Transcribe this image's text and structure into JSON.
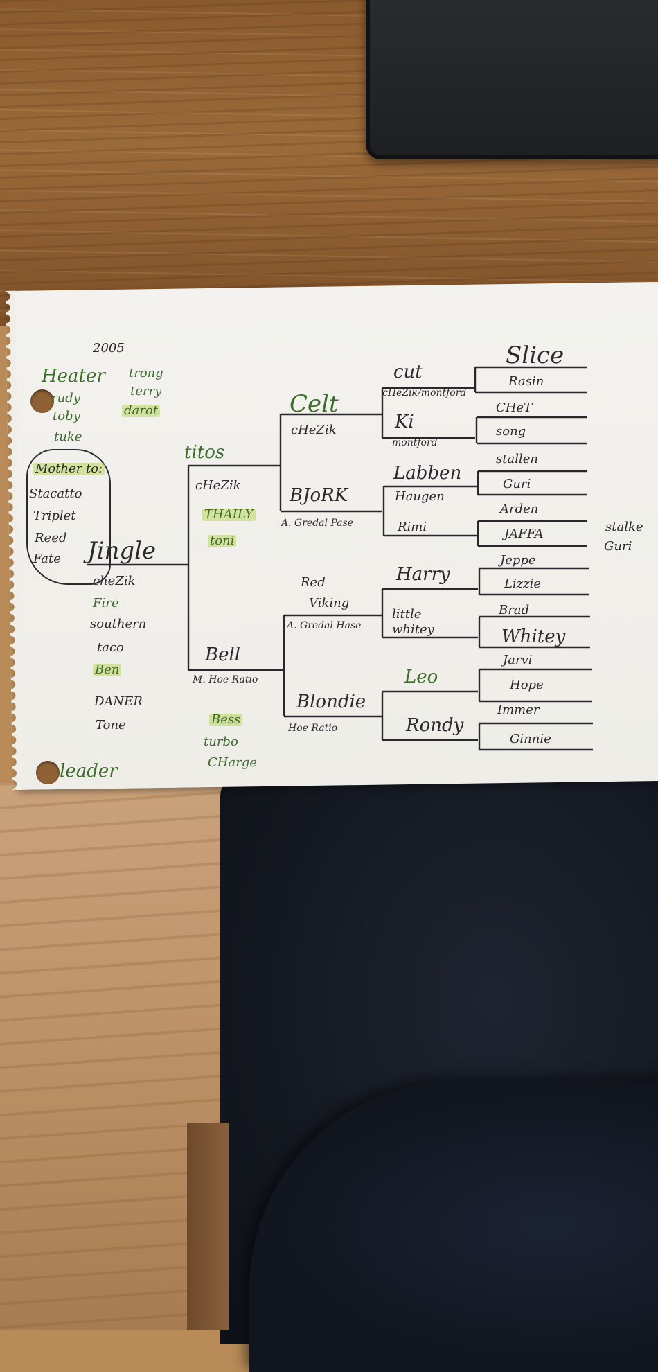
{
  "pedigree": {
    "year": "2005",
    "siblings_left": [
      "Heater",
      "rudy",
      "toby",
      "tuke"
    ],
    "siblings_right": [
      "trong",
      "terry",
      "darot"
    ],
    "mother_to": {
      "title": "Mother to:",
      "items": [
        "Stacatto",
        "Triplet",
        "Reed",
        "Fate"
      ]
    },
    "subject": {
      "name": "Jingle",
      "notes": [
        "cheZik",
        "Fire",
        "southern",
        "taco",
        "Ben",
        "DANER",
        "Tone"
      ]
    },
    "bottom_left": "leader",
    "sire": {
      "name": "titos",
      "sub": "cHeZik",
      "extra": [
        "THAILY",
        "toni"
      ],
      "sire": {
        "name": "Celt",
        "sub": "cHeZik",
        "sire": {
          "name": "cut",
          "sub": "cHeZik/montford",
          "sire": "Slice",
          "dam": "Rasin"
        },
        "dam": {
          "name": "Ki",
          "sub": "montford",
          "sire": "CHeT",
          "dam": "song"
        }
      },
      "dam": {
        "name": "BJoRK",
        "sub": "A. Gredal Pase",
        "sire": {
          "name": "Labben",
          "sub": "Haugen",
          "sire": "stallen",
          "dam": "Guri"
        },
        "dam": {
          "name": "Rimi",
          "sire": "Arden",
          "dam": "JAFFA"
        }
      }
    },
    "dam": {
      "name": "Bell",
      "sub": "M. Hoe Ratio",
      "extra": [
        "Bess",
        "turbo",
        "CHarge"
      ],
      "sire": {
        "name": "Red",
        "name2": "Viking",
        "sub": "A. Gredal Hase",
        "sire": {
          "name": "Harry",
          "sire": "Jeppe",
          "dam": "Lizzie"
        },
        "dam": {
          "name": "little",
          "name2": "whitey",
          "sire": "Brad",
          "dam": "Whitey"
        }
      },
      "dam": {
        "name": "Blondie",
        "sub": "Hoe Ratio",
        "sire": {
          "name": "Leo",
          "sire": "Jarvi",
          "dam": "Hope"
        },
        "dam": {
          "name": "Rondy",
          "sire": "Immer",
          "dam": "Ginnie"
        }
      }
    },
    "margin_note": [
      "stalke",
      "Guri"
    ]
  }
}
